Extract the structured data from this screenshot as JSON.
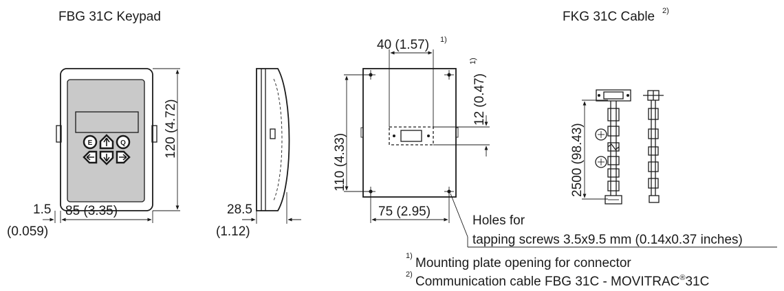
{
  "keypad": {
    "title": "FBG 31C Keypad",
    "dim_height": "120 (4.72)",
    "dim_width": "85 (3.35)",
    "dim_edge_mm": "1.5",
    "dim_edge_in": "(0.059)"
  },
  "side": {
    "dim_depth_mm": "28.5",
    "dim_depth_in": "(1.12)"
  },
  "plate": {
    "dim_top": "40 (1.57)",
    "dim_top_note": "1)",
    "dim_right": "12 (0.47)",
    "dim_right_note": "1)",
    "dim_height": "110 (4.33)",
    "dim_bottom": "75 (2.95)",
    "holes_line1": "Holes for",
    "holes_line2": "tapping screws 3.5x9.5 mm (0.14x0.37 inches)"
  },
  "cable": {
    "title": "FKG 31C Cable",
    "title_note": "2)",
    "dim_length": "2500 (98.43)"
  },
  "footnotes": [
    {
      "mark": "1)",
      "text": "Mounting plate opening for connector"
    },
    {
      "mark": "2)",
      "text": "Communication cable FBG 31C - MOVITRAC",
      "reg": "®",
      "suffix": "31C"
    }
  ]
}
